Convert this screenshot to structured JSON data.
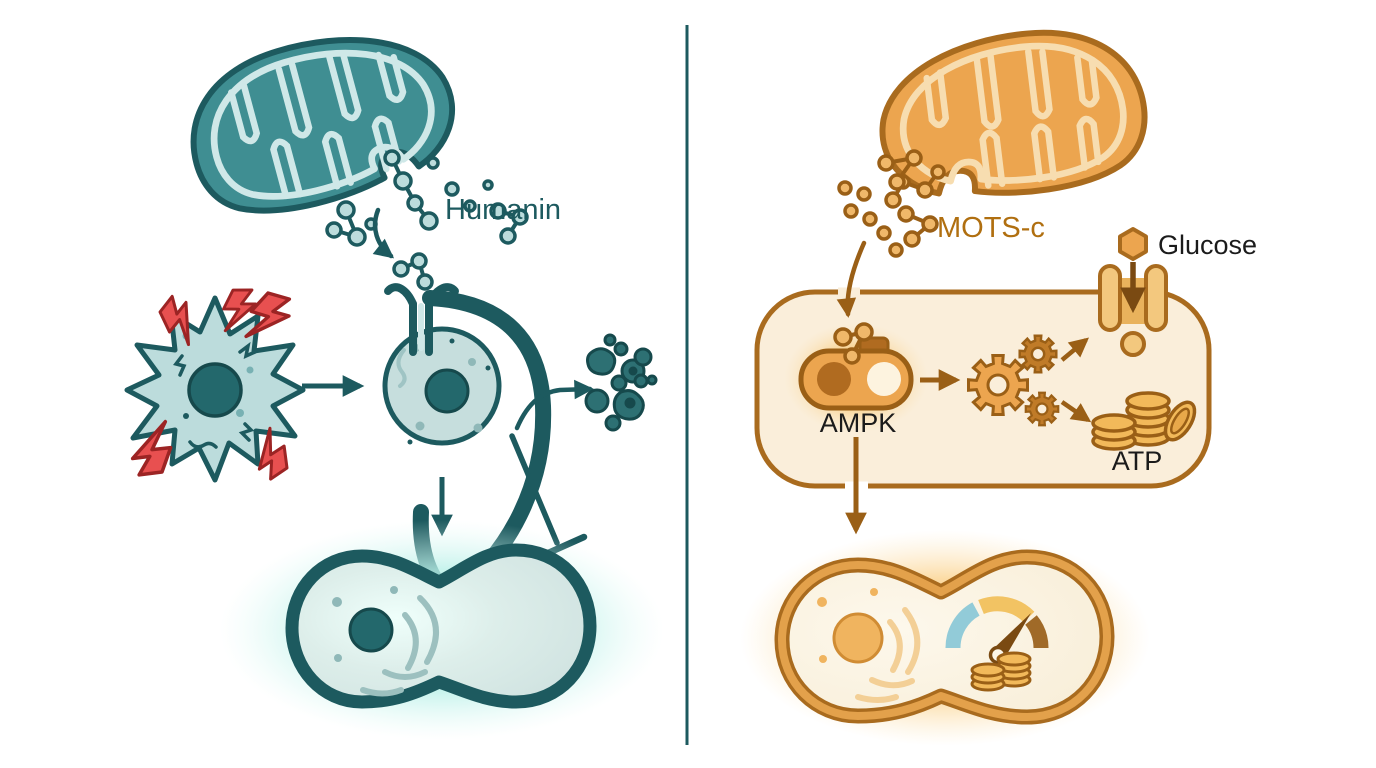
{
  "diagram": {
    "left_panel": {
      "pathway_label": "Humanin"
    },
    "right_panel": {
      "pathway_label": "MOTS-c",
      "glucose_label": "Glucose",
      "ampk_label": "AMPK",
      "atp_label": "ATP"
    }
  },
  "colors": {
    "teal-dark": "#1d5a5f",
    "teal-deep": "#16494c",
    "teal-mid": "#3f8e92",
    "teal-cell": "#c6dedd",
    "teal-pep": "#bcdcdc",
    "teal-cristae": "#cfe8e8",
    "teal-blob": "#2d7073",
    "teal-nucleus": "#23686c",
    "red-bolt": "#e85050",
    "red-bolt-dark": "#9c2424",
    "orange-dark": "#9a5f16",
    "orange-border": "#a96b1e",
    "orange-mid": "#eca54f",
    "orange-light": "#f3c87e",
    "orange-pep": "#f0b86a",
    "orange-deep": "#b06b20",
    "orange-cristae": "#f7ddb0",
    "cream": "#faeeda",
    "coin": "#f2b95a",
    "gauge-blue": "#92cbd8",
    "gauge-yellow": "#f2c363",
    "gauge-brown": "#a06a28",
    "needle": "#7a4a12",
    "text-dark": "#1b1b1b",
    "mots-text": "#b06f10"
  }
}
